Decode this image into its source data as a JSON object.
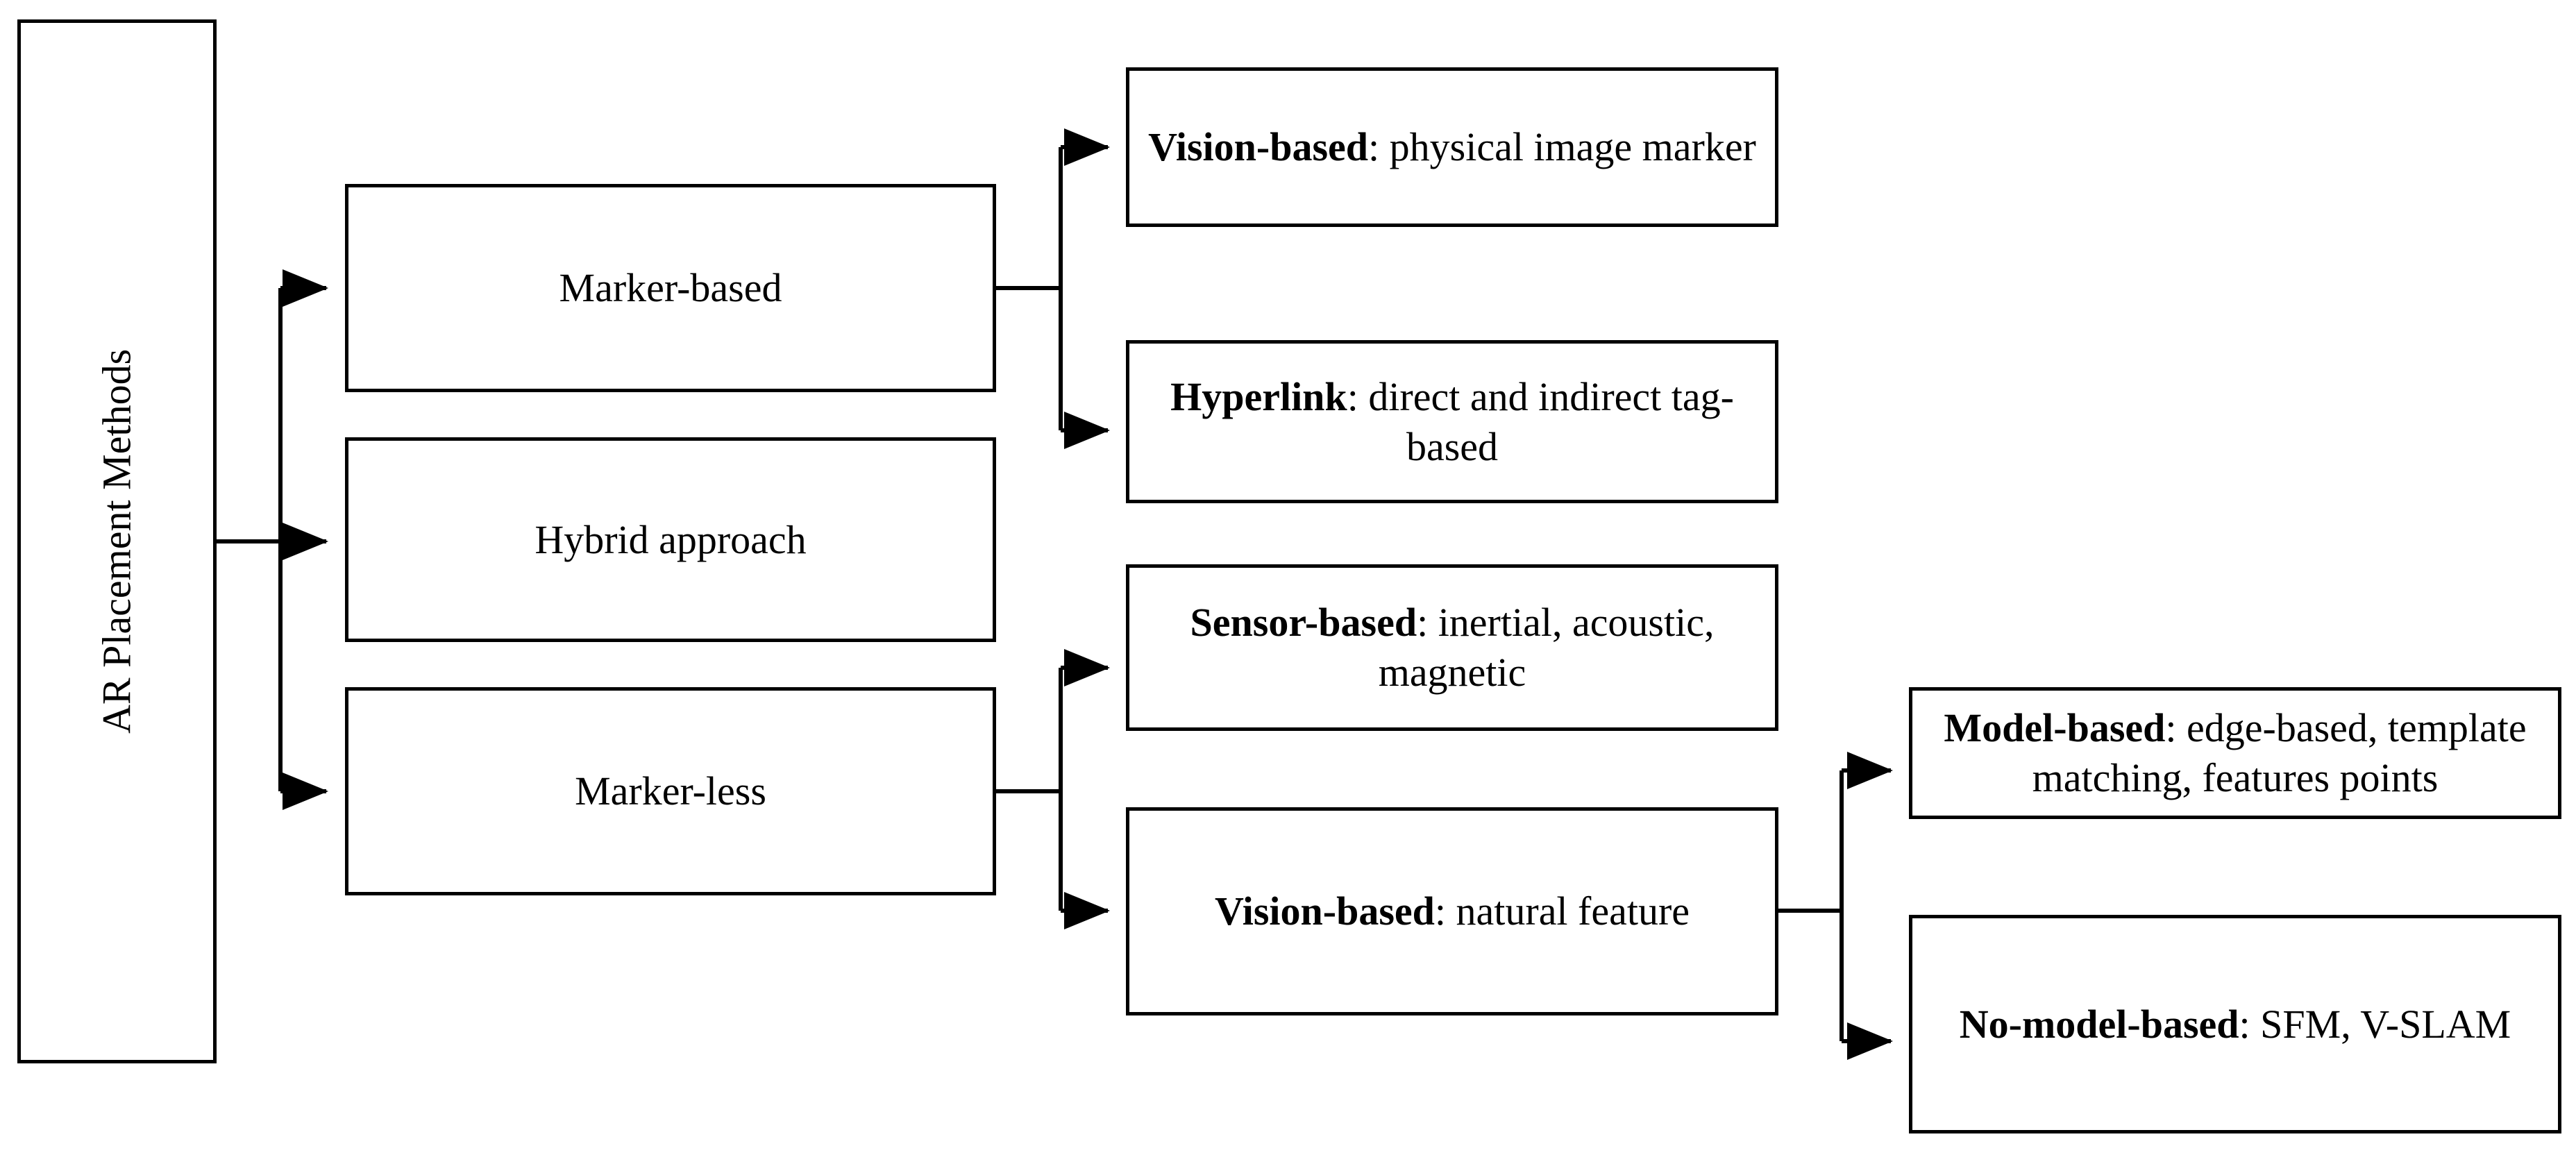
{
  "diagram": {
    "title": "AR Placement Methods taxonomy",
    "background_color": "#ffffff",
    "line_color": "#000000",
    "text_color": "#000000",
    "root": {
      "label": "AR Placement Methods"
    },
    "level2": [
      {
        "label": "Marker-based"
      },
      {
        "label": "Hybrid approach"
      },
      {
        "label": "Marker-less"
      }
    ],
    "level3": [
      {
        "bold": "Vision-based",
        "rest": ": physical image marker"
      },
      {
        "bold": "Hyperlink",
        "rest": ": direct and indirect tag-based"
      },
      {
        "bold": "Sensor-based",
        "rest": ": inertial, acoustic, magnetic"
      },
      {
        "bold": "Vision-based",
        "rest": ": natural feature"
      }
    ],
    "level4": [
      {
        "bold": "Model-based",
        "rest": ": edge-based, template matching, features points"
      },
      {
        "bold": "No-model-based",
        "rest": ": SFM, V-SLAM"
      }
    ]
  }
}
